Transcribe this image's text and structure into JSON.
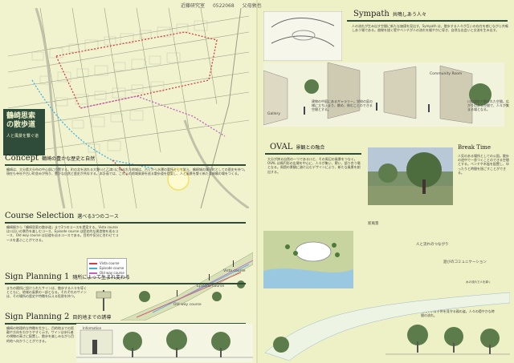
{
  "header": {
    "lab": "近藤研究室",
    "student_id": "0522068",
    "name": "父母敦也"
  },
  "title_box": {
    "title": "鶴崎思索の散歩道",
    "subtitle": "人と風景を繋ぐ道"
  },
  "concept": {
    "heading": "Concept",
    "sub": "鶴崎の豊かな歴史と自然",
    "body": "鶴崎は、大分県大分市の中心部に位置する。町の北を流れる大野川と乙津川に挟まれた地域は、古くから水運の要所として栄え、鶴崎城の城下町としての歴史を持つ。現在も寺社や古い町並みが残り、豊かな自然と歴史が共存する。本計画では、これらの地域資源を巡る散歩道を提案し、人と風景を繋ぐ新たな体験の場をつくる。"
  },
  "course": {
    "heading": "Course Selection",
    "sub": "選べる3つのコース",
    "body": "鶴崎駅から「鶴崎思索の散歩道」まで3つのコースを提案する。Vista course は川沿いの景色を楽しむコース、Episode course は歴史的な建造物を巡るコース、Old way course は旧道を辿るコースである。目的や気分に合わせてコースを選ぶことができる。"
  },
  "legend": {
    "items": [
      "Vista course",
      "Episode course",
      "Old way course"
    ]
  },
  "sign1": {
    "heading": "Sign Planning 1",
    "sub": "随所によって生まれ変わる",
    "body": "まちの随所に設けられたサインは、散歩する人々を導くとともに、地域の風景の一部となる。それぞれのサインは、その場所の歴史や特徴を伝える役割を持つ。"
  },
  "sign2": {
    "heading": "Sign Planning 2",
    "sub": "目的地までの誘導",
    "body": "鶴崎の地理的な特徴を生かし、目的地までの距離や方向をわかりやすく示す。サインは歩行者の視線の高さに配置し、散歩を楽しみながら目的地へ向かうことができる。"
  },
  "sign_label": "Information",
  "course_labels": {
    "vista": "Vista course",
    "episode": "Episode course",
    "old": "Old way course"
  },
  "sympath": {
    "heading": "Sympath",
    "sub": "共鳴しあう人々",
    "body": "人の流れが生み出す空間に新たな価値を見出す。Sympath は、散歩する人々が互いの存在を感じながら共鳴しあう場である。曲線を描く壁やベンチが人の流れを緩やかに導き、自然な出会いと交流を生み出す。"
  },
  "gallery_caption": "Gallery",
  "community_caption": "Community Room",
  "sympath_caption1": "建物の中庭にあるギャラリー。学校の庭の様に立ち止まり、眺め、休むことのできる空間とする。",
  "sympath_caption2": "川の流れで囲まれた空間。広がりのある空間で、人々が集まる場となる。",
  "oval": {
    "heading": "OVAL",
    "sub": "景観との融合",
    "body": "大分が誇る自然の一つである川と、その周辺の風景をつなぐ。OVAL は楕円形の広場を中心に、人々が集い、憩い、語り合う場となる。周囲の景観に溶け込むデザインにより、新たな風景を創出する。"
  },
  "break_time": {
    "heading": "Break Time",
    "body": "人気のある場所としての公園。散歩の途中で一息つくことのできる空間とする。ベンチや木陰を配置し、ゆったりと時間を過ごすことができる。"
  },
  "labels": {
    "new_scene": "新風景",
    "connect": "人と流れのつながり",
    "play": "遊びのコミュニケーション",
    "flow": "水の流れで人を導く",
    "ripple": "波紋を描く",
    "note": "遊んでいる子供を見守る親の姿。人々の穏やかな時間の流れ。"
  }
}
